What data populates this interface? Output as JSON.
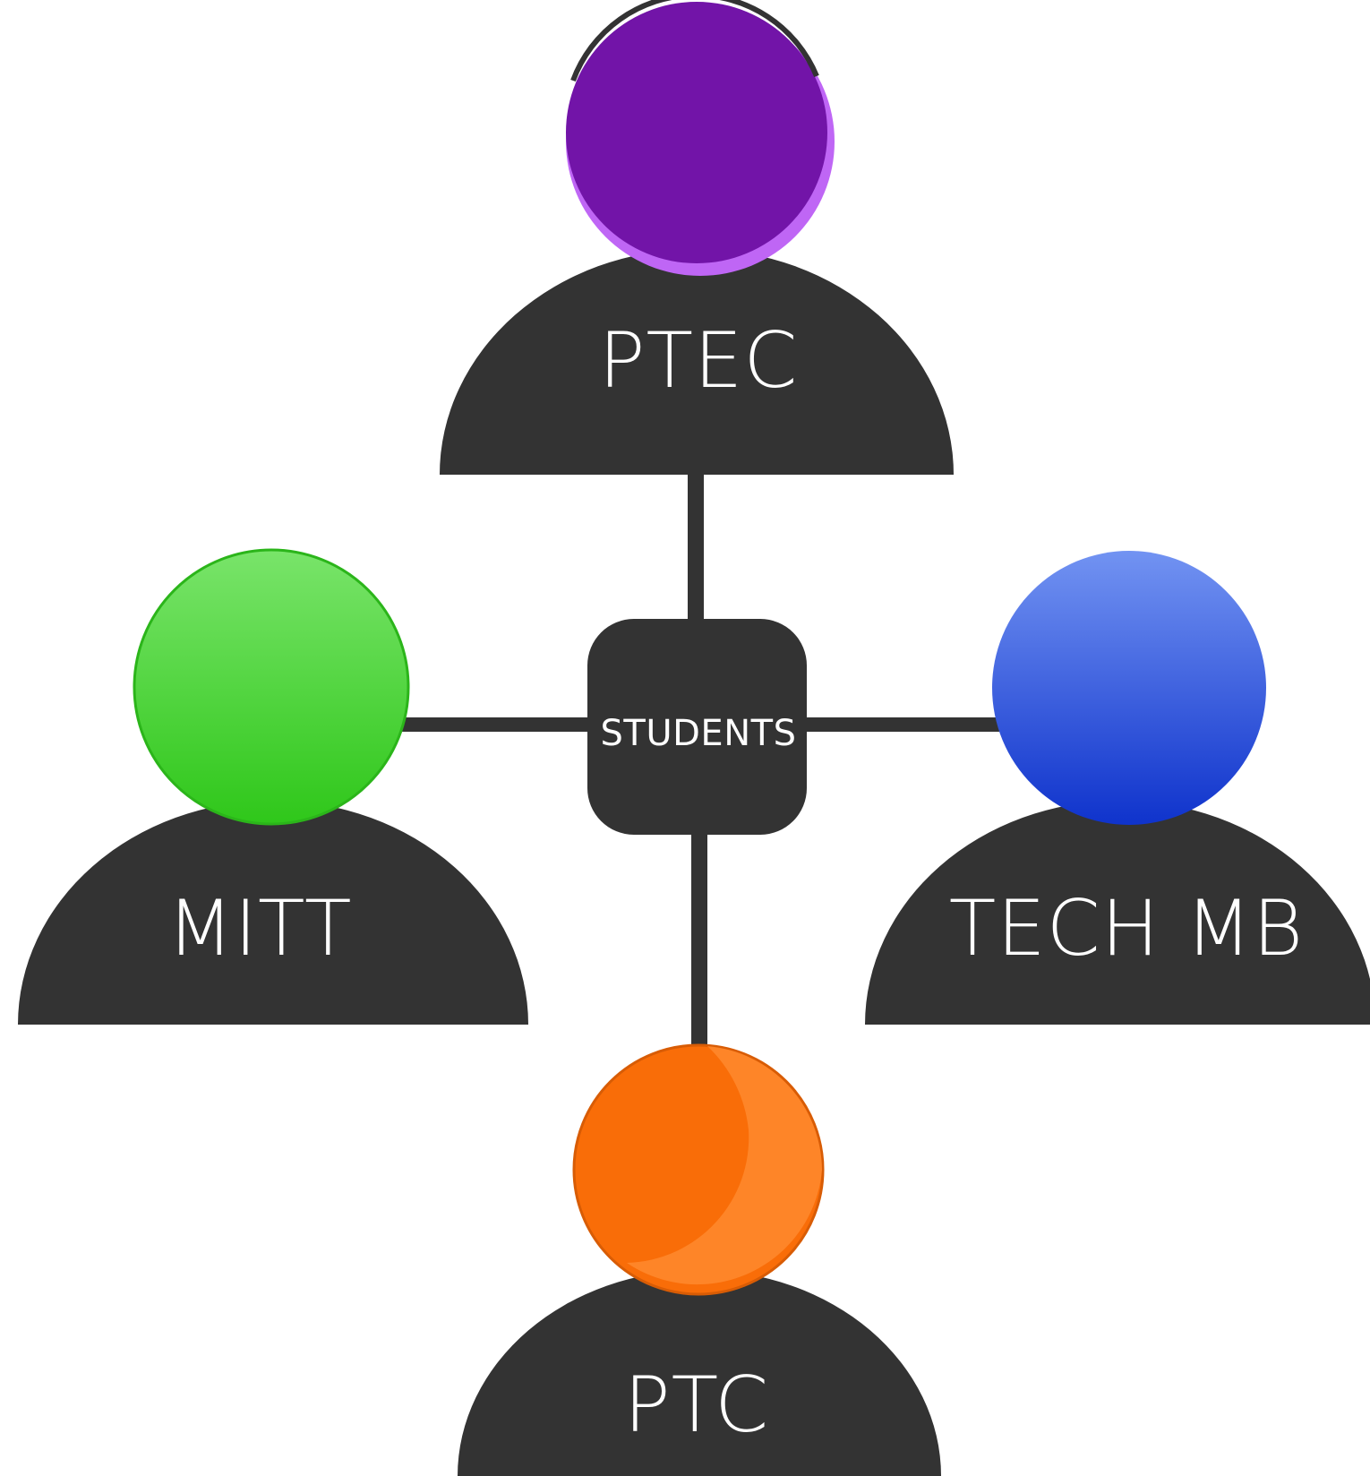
{
  "diagram": {
    "hub": {
      "label": "STUDENTS"
    },
    "nodes": [
      {
        "id": "ptec",
        "label": "PTEC",
        "head_color": "#7214A8",
        "head_color_light": "#B760F2"
      },
      {
        "id": "mitt",
        "label": "MITT",
        "head_color": "#35C91E",
        "head_color_light": "#79E46A"
      },
      {
        "id": "tech-mb",
        "label": "TECH MB",
        "head_color": "#1234D0",
        "head_color_light": "#7293F2"
      },
      {
        "id": "ptc",
        "label": "PTC",
        "head_color": "#F96D08",
        "head_color_light": "#FF8A2E"
      }
    ],
    "body_color": "#333333"
  }
}
